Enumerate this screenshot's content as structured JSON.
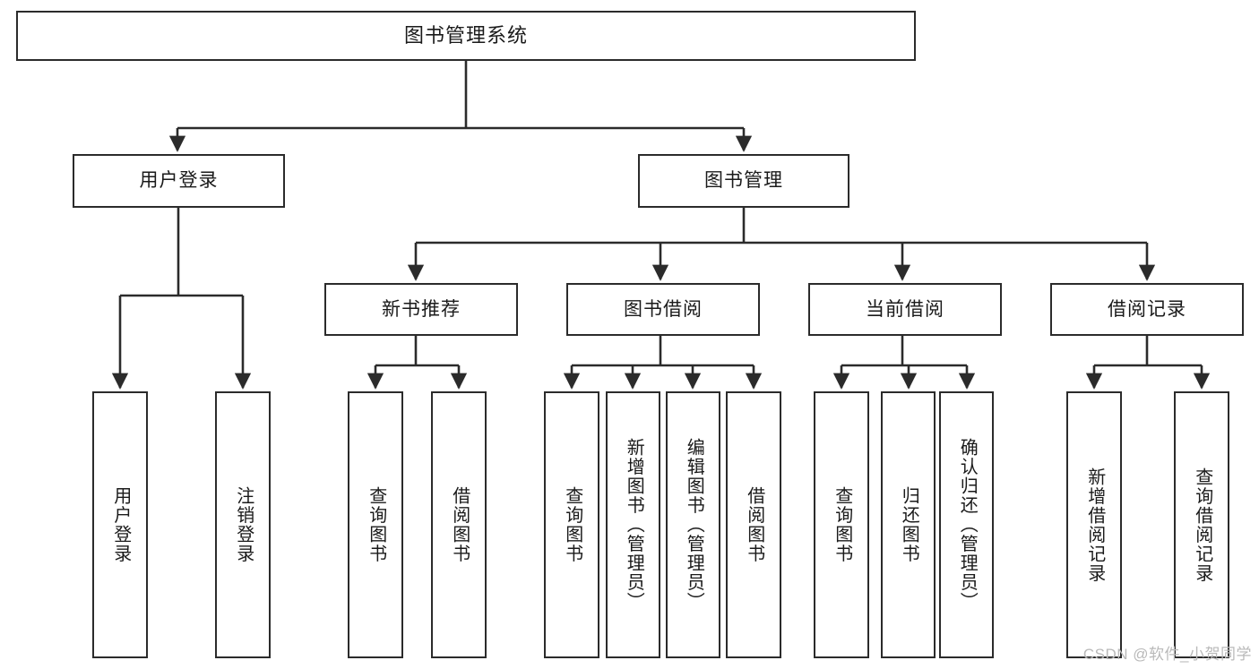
{
  "diagram": {
    "title": "图书管理系统",
    "watermark": "CSDN @软件_小贺同学",
    "colors": {
      "background": "#ffffff",
      "stroke": "#2b2b2b",
      "text": "#1a1a1a",
      "watermark": "#b9b9b9"
    }
  },
  "nodes": {
    "root": {
      "label": "图书管理系统"
    },
    "level2": [
      {
        "label": "用户登录"
      },
      {
        "label": "图书管理"
      }
    ],
    "level3": [
      {
        "label": "新书推荐"
      },
      {
        "label": "图书借阅"
      },
      {
        "label": "当前借阅"
      },
      {
        "label": "借阅记录"
      }
    ],
    "leaves": {
      "user_login": [
        {
          "label": "用户登录"
        },
        {
          "label": "注销登录"
        }
      ],
      "new_book_recommend": [
        {
          "label": "查询图书"
        },
        {
          "label": "借阅图书"
        }
      ],
      "book_borrow": [
        {
          "label": "查询图书"
        },
        {
          "label": "新增图书（管理员）"
        },
        {
          "label": "编辑图书（管理员）"
        },
        {
          "label": "借阅图书"
        }
      ],
      "current_borrow": [
        {
          "label": "查询图书"
        },
        {
          "label": "归还图书"
        },
        {
          "label": "确认归还（管理员）"
        }
      ],
      "borrow_record": [
        {
          "label": "新增借阅记录"
        },
        {
          "label": "查询借阅记录"
        }
      ]
    }
  },
  "chart_data": {
    "type": "diagram",
    "subtype": "tree-hierarchy",
    "title": "图书管理系统",
    "orientation": "top-down",
    "tree": {
      "name": "图书管理系统",
      "children": [
        {
          "name": "用户登录",
          "children": [
            {
              "name": "用户登录"
            },
            {
              "name": "注销登录"
            }
          ]
        },
        {
          "name": "图书管理",
          "children": [
            {
              "name": "新书推荐",
              "children": [
                {
                  "name": "查询图书"
                },
                {
                  "name": "借阅图书"
                }
              ]
            },
            {
              "name": "图书借阅",
              "children": [
                {
                  "name": "查询图书"
                },
                {
                  "name": "新增图书（管理员）"
                },
                {
                  "name": "编辑图书（管理员）"
                },
                {
                  "name": "借阅图书"
                }
              ]
            },
            {
              "name": "当前借阅",
              "children": [
                {
                  "name": "查询图书"
                },
                {
                  "name": "归还图书"
                },
                {
                  "name": "确认归还（管理员）"
                }
              ]
            },
            {
              "name": "借阅记录",
              "children": [
                {
                  "name": "新增借阅记录"
                },
                {
                  "name": "查询借阅记录"
                }
              ]
            }
          ]
        }
      ]
    }
  }
}
